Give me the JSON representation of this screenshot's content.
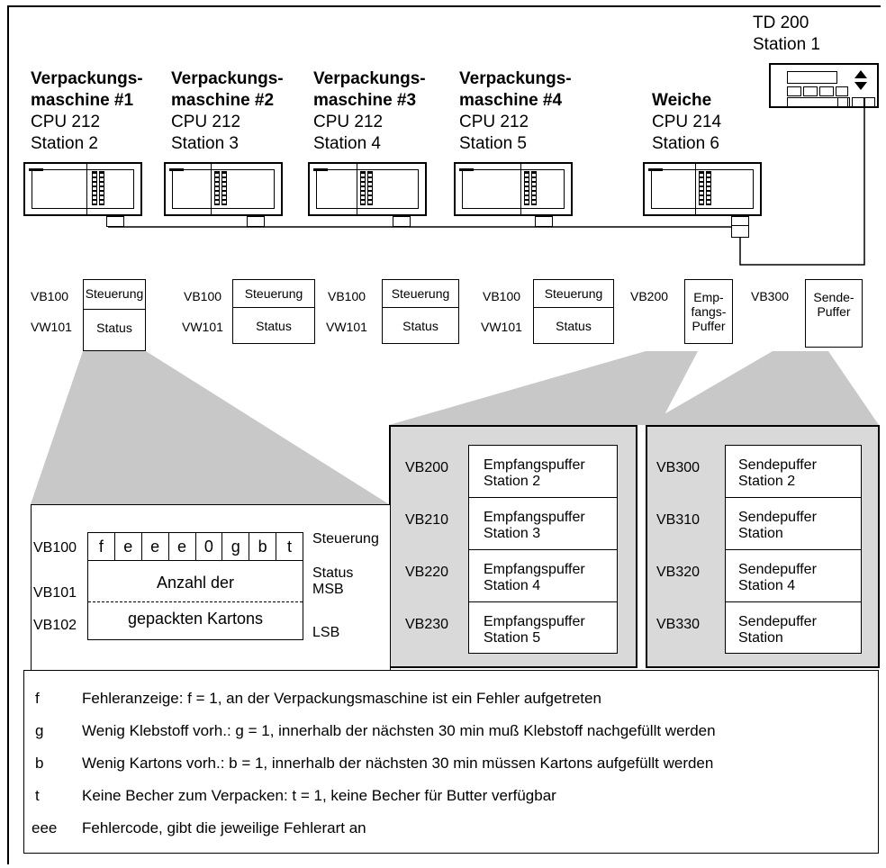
{
  "td200": {
    "title": "TD 200",
    "station": "Station 1"
  },
  "machines": [
    {
      "name1": "Verpackungs-",
      "name2": "maschine #1",
      "cpu": "CPU 212",
      "station": "Station 2"
    },
    {
      "name1": "Verpackungs-",
      "name2": "maschine #2",
      "cpu": "CPU 212",
      "station": "Station 3"
    },
    {
      "name1": "Verpackungs-",
      "name2": "maschine #3",
      "cpu": "CPU 212",
      "station": "Station 4"
    },
    {
      "name1": "Verpackungs-",
      "name2": "maschine #4",
      "cpu": "CPU 212",
      "station": "Station 5"
    },
    {
      "name1": "",
      "name2": "Weiche",
      "cpu": "CPU 214",
      "station": "Station 6"
    }
  ],
  "memory_boxes": [
    {
      "addr1": "VB100",
      "addr2": "VW101",
      "top": "Steuerung",
      "bottom": "Status"
    },
    {
      "addr1": "VB100",
      "addr2": "VW101",
      "top": "Steuerung",
      "bottom": "Status"
    },
    {
      "addr1": "VB100",
      "addr2": "VW101",
      "top": "Steuerung",
      "bottom": "Status"
    },
    {
      "addr1": "VB100",
      "addr2": "VW101",
      "top": "Steuerung",
      "bottom": "Status"
    }
  ],
  "recv_box": {
    "addr": "VB200",
    "l1": "Emp-",
    "l2": "fangs-",
    "l3": "Puffer"
  },
  "send_box": {
    "addr": "VB300",
    "l1": "Sende-",
    "l2": "Puffer"
  },
  "recv_panel": [
    {
      "addr": "VB200",
      "l1": "Empfangspuffer",
      "l2": "Station 2"
    },
    {
      "addr": "VB210",
      "l1": "Empfangspuffer",
      "l2": "Station 3"
    },
    {
      "addr": "VB220",
      "l1": "Empfangspuffer",
      "l2": "Station 4"
    },
    {
      "addr": "VB230",
      "l1": "Empfangspuffer",
      "l2": "Station 5"
    }
  ],
  "send_panel": [
    {
      "addr": "VB300",
      "l1": "Sendepuffer",
      "l2": "Station 2"
    },
    {
      "addr": "VB310",
      "l1": "Sendepuffer",
      "l2": "Station"
    },
    {
      "addr": "VB320",
      "l1": "Sendepuffer",
      "l2": "Station 4"
    },
    {
      "addr": "VB330",
      "l1": "Sendepuffer",
      "l2": "Station"
    }
  ],
  "detail": {
    "vb100": "VB100",
    "vb101": "VB101",
    "vb102": "VB102",
    "bits": [
      "f",
      "e",
      "e",
      "e",
      "0",
      "g",
      "b",
      "t"
    ],
    "steuerung": "Steuerung",
    "status": "Status",
    "msb": "MSB",
    "lsb": "LSB",
    "line1": "Anzahl der",
    "line2": "gepackten Kartons"
  },
  "legend": [
    {
      "key": "f",
      "text": "Fehleranzeige: f = 1, an der Verpackungsmaschine ist ein Fehler aufgetreten"
    },
    {
      "key": "g",
      "text": "Wenig Klebstoff vorh.: g = 1, innerhalb der nächsten 30 min muß Klebstoff nachgefüllt werden"
    },
    {
      "key": "b",
      "text": "Wenig Kartons vorh.: b = 1, innerhalb der nächsten 30 min müssen Kartons aufgefüllt werden"
    },
    {
      "key": "t",
      "text": "Keine Becher zum Verpacken: t = 1, keine Becher für Butter verfügbar"
    },
    {
      "key": "eee",
      "text": "Fehlercode, gibt die jeweilige Fehlerart an"
    }
  ]
}
